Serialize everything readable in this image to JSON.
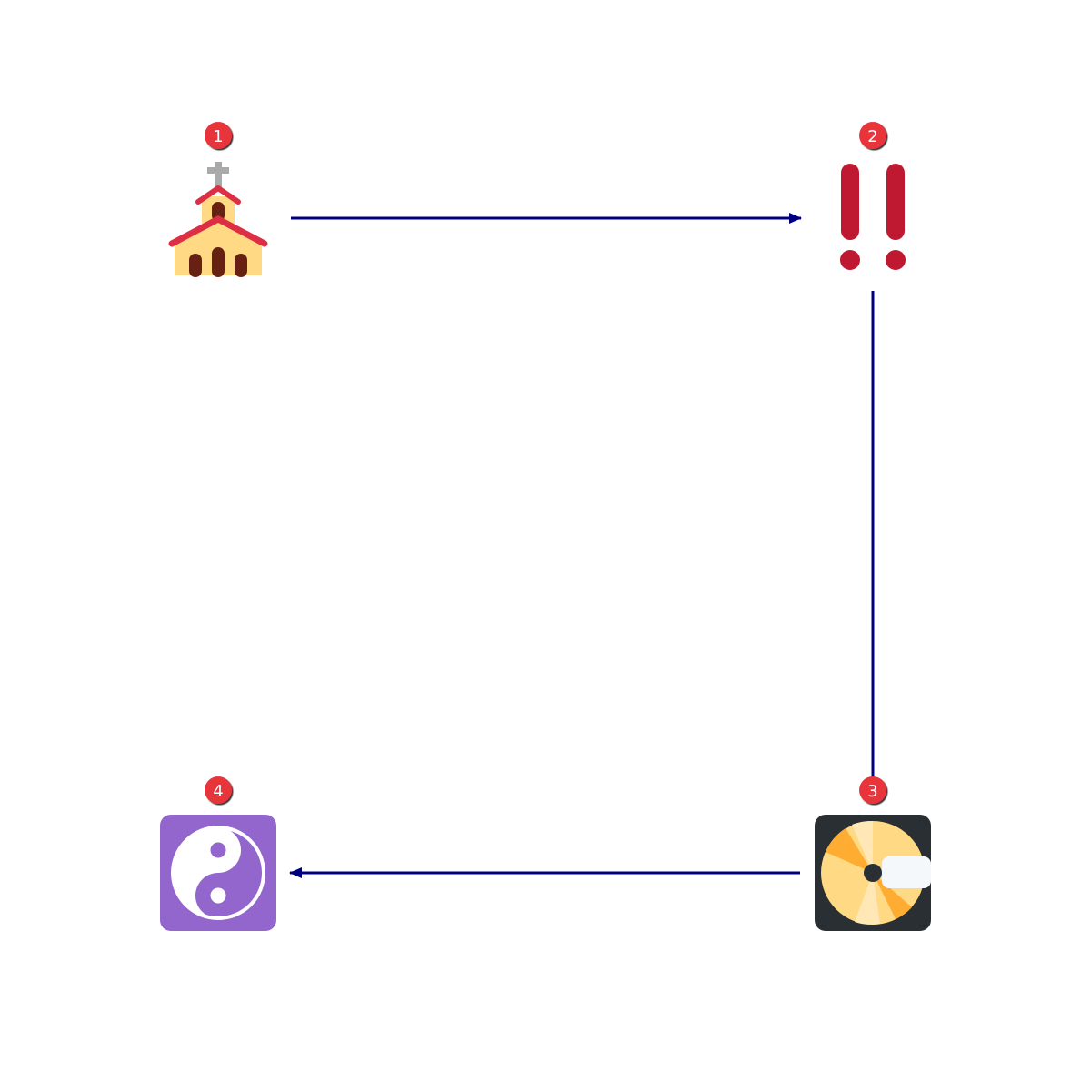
{
  "nodes": [
    {
      "id": "node-1",
      "badge": "1",
      "icon": "church-icon"
    },
    {
      "id": "node-2",
      "badge": "2",
      "icon": "double-exclamation-icon"
    },
    {
      "id": "node-3",
      "badge": "3",
      "icon": "minidisc-icon"
    },
    {
      "id": "node-4",
      "badge": "4",
      "icon": "yin-yang-icon"
    }
  ],
  "edges": [
    {
      "from": "1",
      "to": "2"
    },
    {
      "from": "2",
      "to": "3"
    },
    {
      "from": "3",
      "to": "4"
    }
  ],
  "colors": {
    "edge": "#000080",
    "badge": "#e8343a",
    "church_wall": "#ffd983",
    "church_roof": "#dd2e44",
    "church_door": "#662113",
    "cross": "#aaaaaa",
    "exclamation": "#be1931",
    "disc_case": "#292f33",
    "disc": "#ffd983",
    "disc_slice": "#ffac33",
    "label": "#f5f8fa",
    "yin_yang_bg": "#9266cc"
  }
}
